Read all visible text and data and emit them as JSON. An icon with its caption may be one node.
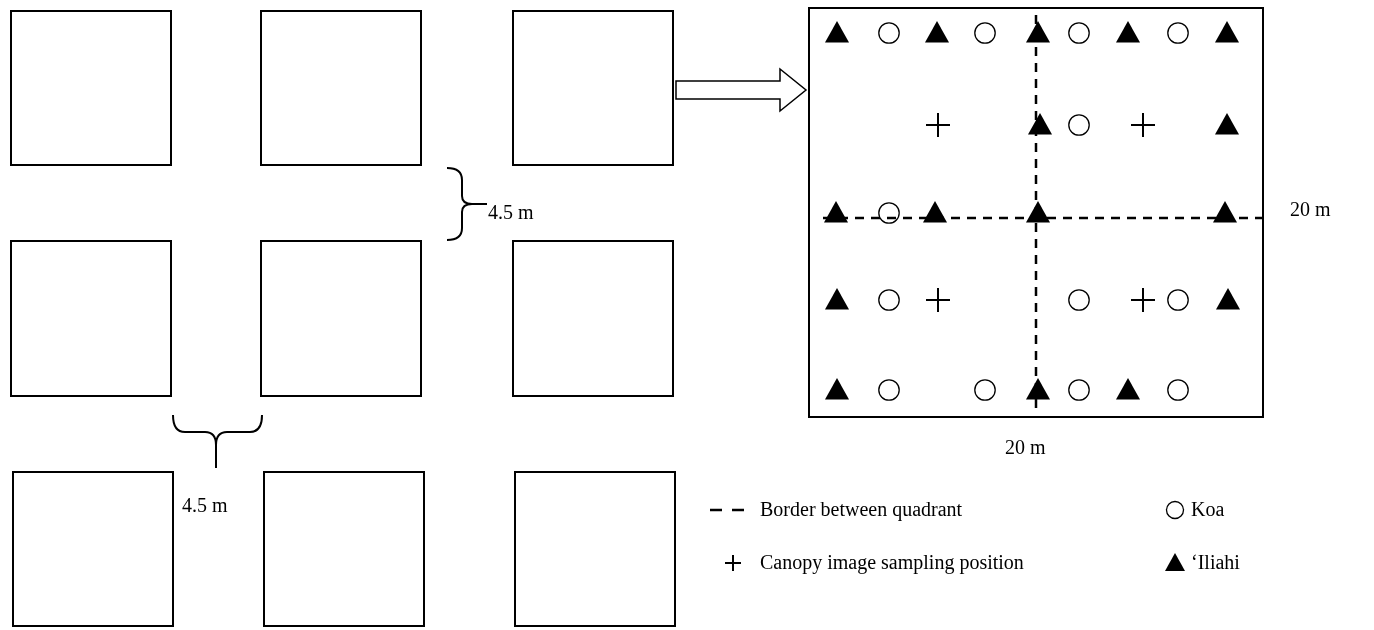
{
  "diagram": {
    "nodes": [
      {
        "text": [],
        "shape": "box"
      },
      {
        "text": [],
        "shape": "box"
      },
      {
        "text": [],
        "shape": "box"
      },
      {
        "text": [],
        "shape": "box"
      },
      {
        "text": [],
        "shape": "box"
      },
      {
        "text": [],
        "shape": "box"
      },
      {
        "text": [],
        "shape": "box"
      },
      {
        "text": [],
        "shape": "box"
      },
      {
        "text": [],
        "shape": "box"
      },
      {
        "text": [],
        "shape": "box"
      }
    ],
    "edges": [
      {
        "from": 2,
        "to": 9,
        "arrow": "to"
      }
    ],
    "labels": [
      "4.5 m",
      "4.5 m",
      "20 m",
      "20 m"
    ],
    "legend": [
      {
        "text": "Border between quadrant"
      },
      {
        "text": "Koa"
      },
      {
        "text": "Canopy image sampling position"
      },
      {
        "text": "‘Iliahi"
      }
    ]
  }
}
